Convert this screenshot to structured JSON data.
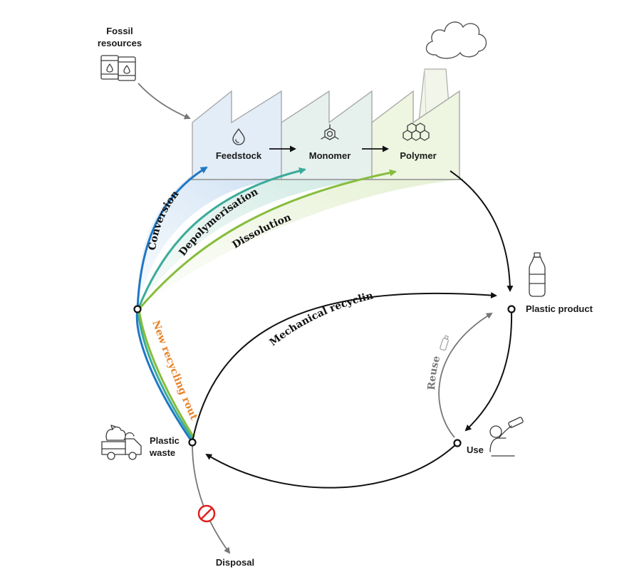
{
  "labels": {
    "fossil_line1": "Fossil",
    "fossil_line2": "resources",
    "feedstock": "Feedstock",
    "monomer": "Monomer",
    "polymer": "Polymer",
    "plastic_product": "Plastic product",
    "use": "Use",
    "plastic_waste_line1": "Plastic",
    "plastic_waste_line2": "waste",
    "disposal": "Disposal"
  },
  "routes": {
    "conversion": "Conversion",
    "depolymerisation": "Depolymerisation",
    "dissolution": "Dissolution",
    "mechanical_recycling": "Mechanical recycling",
    "new_recycling_routes": "New recycling routes",
    "reuse": "Reuse"
  },
  "colors": {
    "conversion": "#1f77c4",
    "depolymerisation": "#3bab9a",
    "dissolution": "#86bd3c",
    "new_routes_text": "#e8832a",
    "factory_feedstock": "#e3edf7",
    "factory_monomer": "#e6f1ee",
    "factory_polymer": "#eef5e1",
    "arrow_main": "#111111",
    "arrow_grey": "#777777",
    "forbidden": "#e02020"
  },
  "icons": [
    "oil-barrels-icon",
    "droplet-icon",
    "molecule-icon",
    "polymer-hexagons-icon",
    "smoke-cloud-icon",
    "bottle-icon",
    "person-drinking-icon",
    "garbage-truck-icon",
    "no-entry-icon"
  ]
}
